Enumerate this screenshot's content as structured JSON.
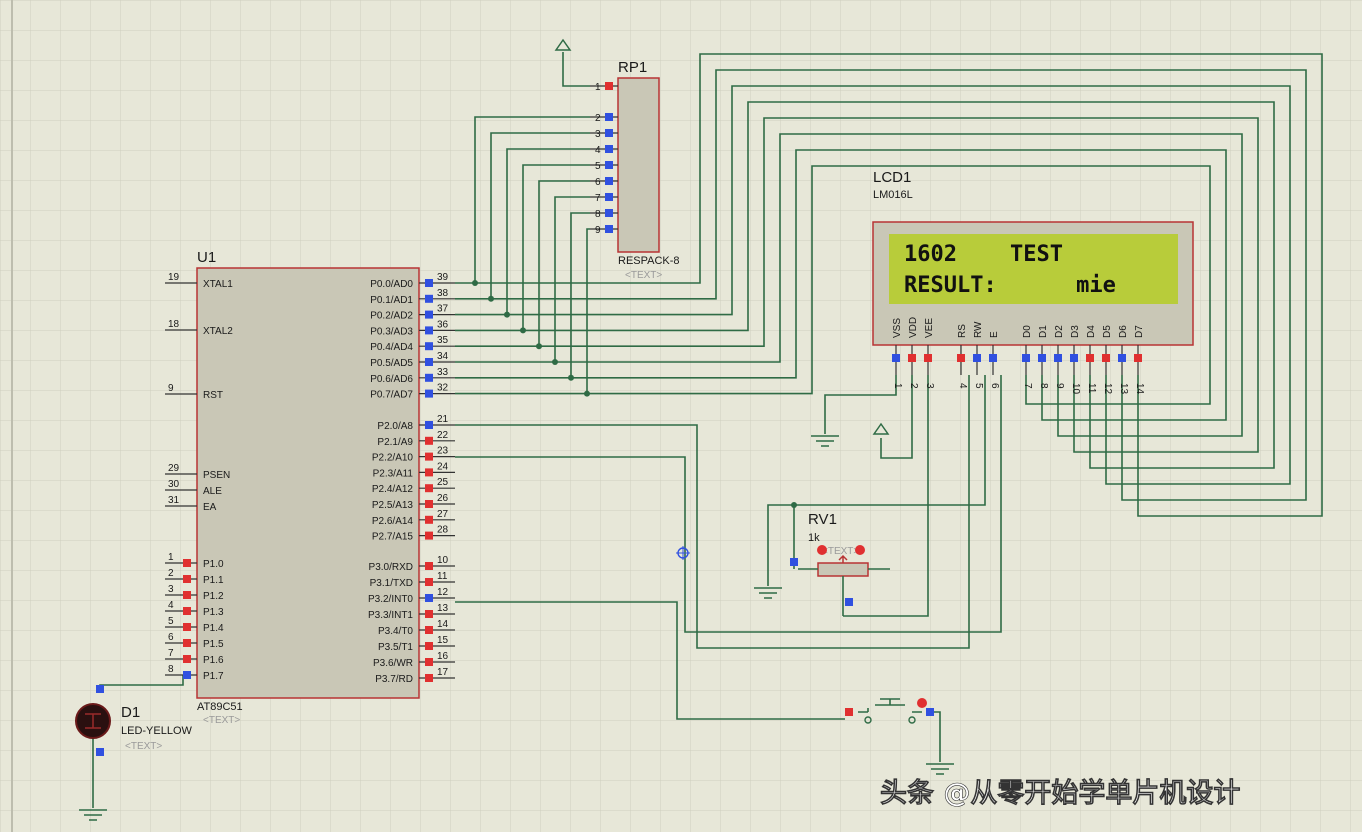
{
  "colors": {
    "background": "#e7e7d8",
    "grid": "#cfcfbf",
    "wire": "#2f6b45",
    "component_body": "#c9c7b6",
    "component_border": "#b83434",
    "lcd_screen": "#b8cc3a",
    "pin_red": "#e03030",
    "pin_blue": "#3050e0"
  },
  "u1": {
    "ref": "U1",
    "part": "AT89C51",
    "text_placeholder": "<TEXT>",
    "left_pins": [
      {
        "num": "19",
        "name": "XTAL1"
      },
      {
        "num": "18",
        "name": "XTAL2"
      },
      {
        "num": "9",
        "name": "RST"
      },
      {
        "num": "29",
        "name": "PSEN"
      },
      {
        "num": "30",
        "name": "ALE"
      },
      {
        "num": "31",
        "name": "EA"
      },
      {
        "num": "1",
        "name": "P1.0"
      },
      {
        "num": "2",
        "name": "P1.1"
      },
      {
        "num": "3",
        "name": "P1.2"
      },
      {
        "num": "4",
        "name": "P1.3"
      },
      {
        "num": "5",
        "name": "P1.4"
      },
      {
        "num": "6",
        "name": "P1.5"
      },
      {
        "num": "7",
        "name": "P1.6"
      },
      {
        "num": "8",
        "name": "P1.7"
      }
    ],
    "right_pins": [
      {
        "num": "39",
        "name": "P0.0/AD0"
      },
      {
        "num": "38",
        "name": "P0.1/AD1"
      },
      {
        "num": "37",
        "name": "P0.2/AD2"
      },
      {
        "num": "36",
        "name": "P0.3/AD3"
      },
      {
        "num": "35",
        "name": "P0.4/AD4"
      },
      {
        "num": "34",
        "name": "P0.5/AD5"
      },
      {
        "num": "33",
        "name": "P0.6/AD6"
      },
      {
        "num": "32",
        "name": "P0.7/AD7"
      },
      {
        "num": "21",
        "name": "P2.0/A8"
      },
      {
        "num": "22",
        "name": "P2.1/A9"
      },
      {
        "num": "23",
        "name": "P2.2/A10"
      },
      {
        "num": "24",
        "name": "P2.3/A11"
      },
      {
        "num": "25",
        "name": "P2.4/A12"
      },
      {
        "num": "26",
        "name": "P2.5/A13"
      },
      {
        "num": "27",
        "name": "P2.6/A14"
      },
      {
        "num": "28",
        "name": "P2.7/A15"
      },
      {
        "num": "10",
        "name": "P3.0/RXD"
      },
      {
        "num": "11",
        "name": "P3.1/TXD"
      },
      {
        "num": "12",
        "name": "P3.2/INT0"
      },
      {
        "num": "13",
        "name": "P3.3/INT1"
      },
      {
        "num": "14",
        "name": "P3.4/T0"
      },
      {
        "num": "15",
        "name": "P3.5/T1"
      },
      {
        "num": "16",
        "name": "P3.6/WR"
      },
      {
        "num": "17",
        "name": "P3.7/RD"
      }
    ]
  },
  "rp1": {
    "ref": "RP1",
    "part": "RESPACK-8",
    "text_placeholder": "<TEXT>",
    "pins": [
      "1",
      "2",
      "3",
      "4",
      "5",
      "6",
      "7",
      "8",
      "9"
    ]
  },
  "lcd1": {
    "ref": "LCD1",
    "part": "LM016L",
    "line1": "1602    TEST",
    "line2": "RESULT:      mie",
    "pins": [
      "VSS",
      "VDD",
      "VEE",
      "RS",
      "RW",
      "E",
      "D0",
      "D1",
      "D2",
      "D3",
      "D4",
      "D5",
      "D6",
      "D7"
    ],
    "pin_numbers": [
      "1",
      "2",
      "3",
      "4",
      "5",
      "6",
      "7",
      "8",
      "9",
      "10",
      "11",
      "12",
      "13",
      "14"
    ]
  },
  "rv1": {
    "ref": "RV1",
    "value": "1k",
    "text_placeholder": "<TEXT>"
  },
  "d1": {
    "ref": "D1",
    "part": "LED-YELLOW",
    "text_placeholder": "<TEXT>"
  },
  "watermark": "头条 @从零开始学单片机设计"
}
